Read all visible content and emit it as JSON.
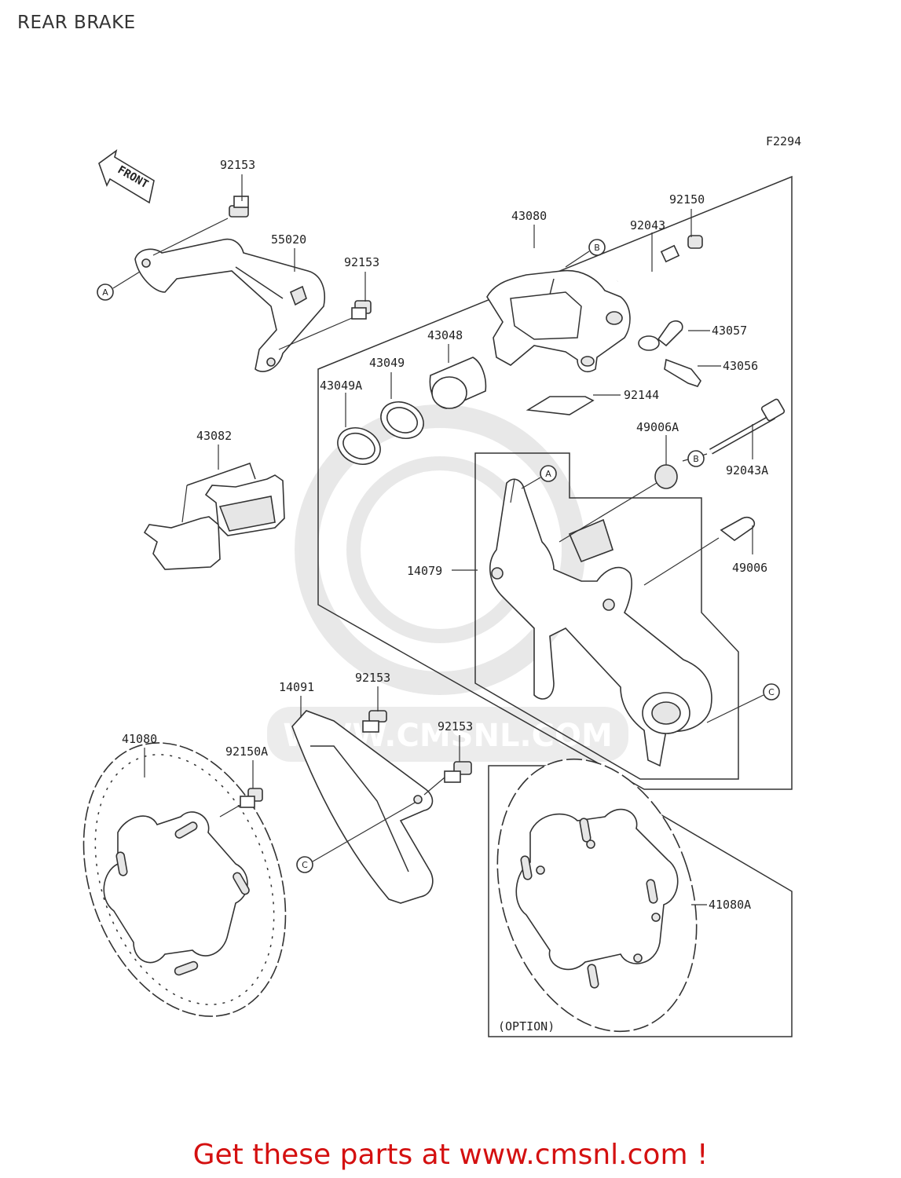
{
  "page": {
    "title": "REAR BRAKE"
  },
  "diagram": {
    "figure_code": "F2294",
    "front_arrow": "FRONT",
    "watermark": "WWW.CMSNL.COM",
    "refs": {
      "a": "A",
      "b": "B",
      "c": "C"
    },
    "option_note": "(OPTION)",
    "parts": {
      "p92153_a": "92153",
      "p55020": "55020",
      "p92153_b": "92153",
      "p43080": "43080",
      "p92150": "92150",
      "p92043": "92043",
      "p43057": "43057",
      "p43056": "43056",
      "p43048": "43048",
      "p43049": "43049",
      "p43049a": "43049A",
      "p92144": "92144",
      "p43082": "43082",
      "p49006a": "49006A",
      "p92043a": "92043A",
      "p14079": "14079",
      "p49006": "49006",
      "p14091": "14091",
      "p92153_c": "92153",
      "p92153_d": "92153",
      "p41080": "41080",
      "p92150a": "92150A",
      "p41080a": "41080A"
    }
  },
  "footer": {
    "promo": "Get these parts at www.cmsnl.com !"
  }
}
